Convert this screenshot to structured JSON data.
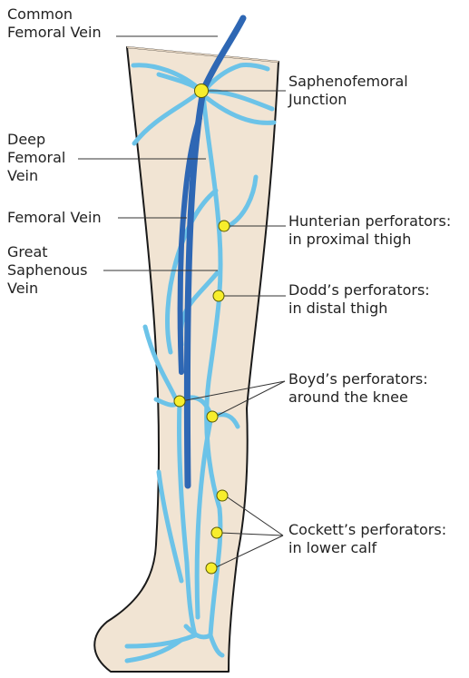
{
  "labels": {
    "common_femoral_vein": [
      "Common",
      "Femoral Vein"
    ],
    "deep_femoral_vein": [
      "Deep",
      "Femoral",
      "Vein"
    ],
    "femoral_vein": [
      "Femoral Vein"
    ],
    "great_saphenous_vein": [
      "Great",
      "Saphenous",
      "Vein"
    ],
    "saphenofemoral_junction": [
      "Saphenofemoral",
      "Junction"
    ],
    "hunterian_perforators": [
      "Hunterian perforators:",
      "in proximal thigh"
    ],
    "dodds_perforators": [
      "Dodd’s perforators:",
      "in distal thigh"
    ],
    "boyds_perforators": [
      "Boyd’s perforators:",
      "around the knee"
    ],
    "cocketts_perforators": [
      "Cockett’s perforators:",
      "in lower calf"
    ]
  },
  "colors": {
    "skin": "#f1e4d3",
    "outline": "#1a1a1a",
    "superficial_vein": "#6cc3e8",
    "deep_vein": "#2e67b4",
    "perforator_marker": "#f7ee2c",
    "leader_line": "#333333"
  }
}
